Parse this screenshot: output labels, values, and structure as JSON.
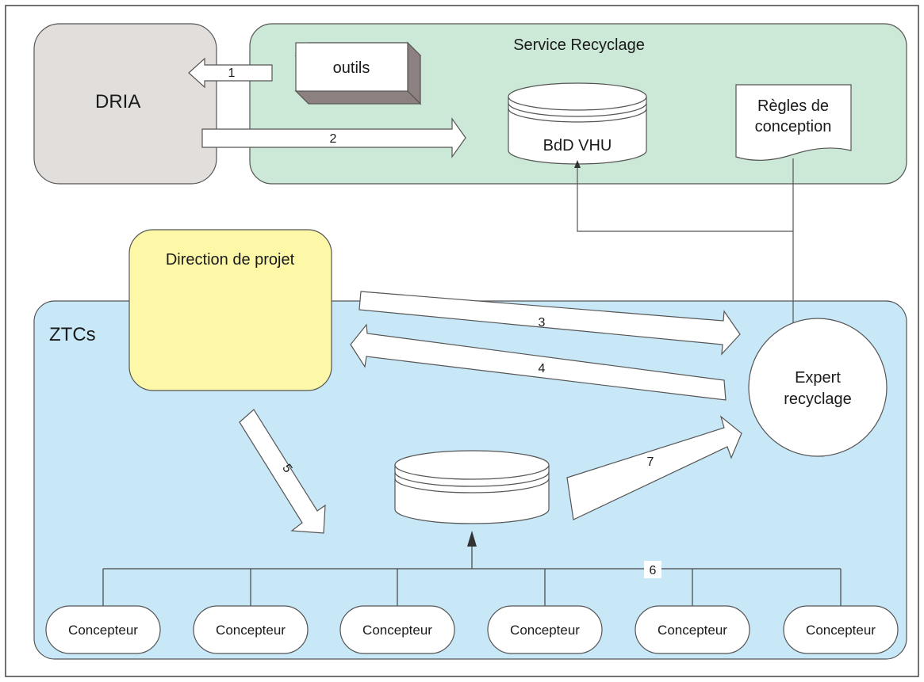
{
  "regions": {
    "dria": "DRIA",
    "service_recyclage": "Service Recyclage",
    "ztcs": "ZTCs",
    "direction_projet": "Direction de projet"
  },
  "nodes": {
    "outils": "outils",
    "bdd_vhu": "BdD VHU",
    "regles_line1": "Règles de",
    "regles_line2": "conception",
    "expert_line1": "Expert",
    "expert_line2": "recyclage"
  },
  "flows": {
    "f1": "1",
    "f2": "2",
    "f3": "3",
    "f4": "4",
    "f5": "5",
    "f6": "6",
    "f7": "7"
  },
  "concepteurs": [
    "Concepteur",
    "Concepteur",
    "Concepteur",
    "Concepteur",
    "Concepteur",
    "Concepteur"
  ],
  "colors": {
    "dria_fill": "#e2dedb",
    "service_fill": "#cce8d6",
    "ztcs_fill": "#c8e8f8",
    "direction_fill": "#fdf7a8",
    "outils_side": "#8c8080",
    "stroke": "#555555"
  }
}
